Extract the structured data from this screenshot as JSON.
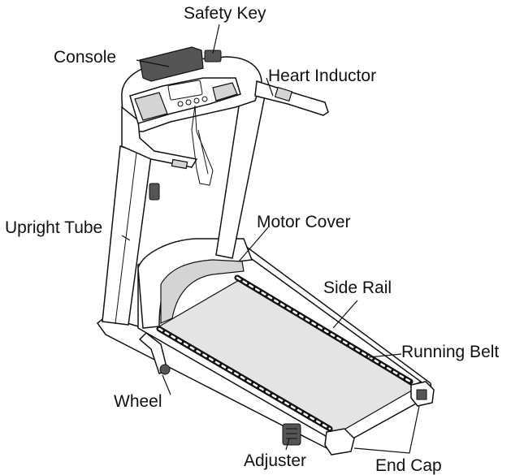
{
  "labels": {
    "safety_key": "Safety Key",
    "console": "Console",
    "heart_inductor": "Heart Inductor",
    "upright_tube": "Upright Tube",
    "motor_cover": "Motor Cover",
    "side_rail": "Side Rail",
    "running_belt": "Running Belt",
    "wheel": "Wheel",
    "adjuster": "Adjuster",
    "end_cap": "End Cap"
  },
  "colors": {
    "ink": "#111111",
    "shade": "#d4d4d4",
    "background": "#ffffff"
  }
}
